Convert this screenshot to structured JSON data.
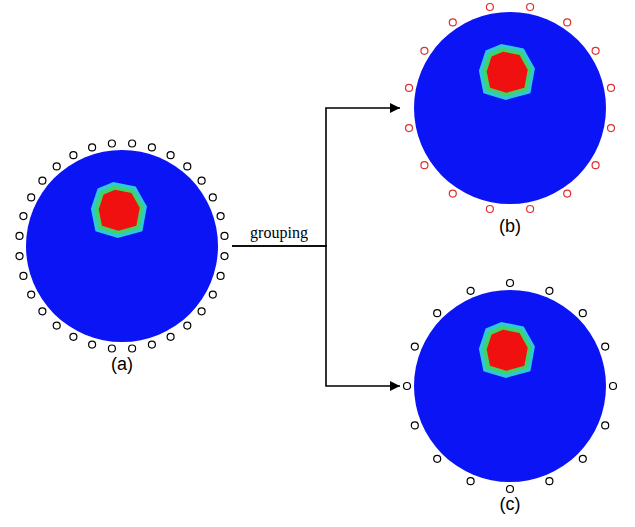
{
  "diagram": {
    "nodes": [
      {
        "text": [
          "(a)"
        ]
      },
      {
        "text": [
          "(b)"
        ]
      },
      {
        "text": [
          "(c)"
        ]
      }
    ],
    "edges": [
      {
        "from": 0,
        "to": 1,
        "arrow": "to",
        "label": "grouping"
      },
      {
        "from": 0,
        "to": 2,
        "arrow": "to"
      }
    ]
  }
}
